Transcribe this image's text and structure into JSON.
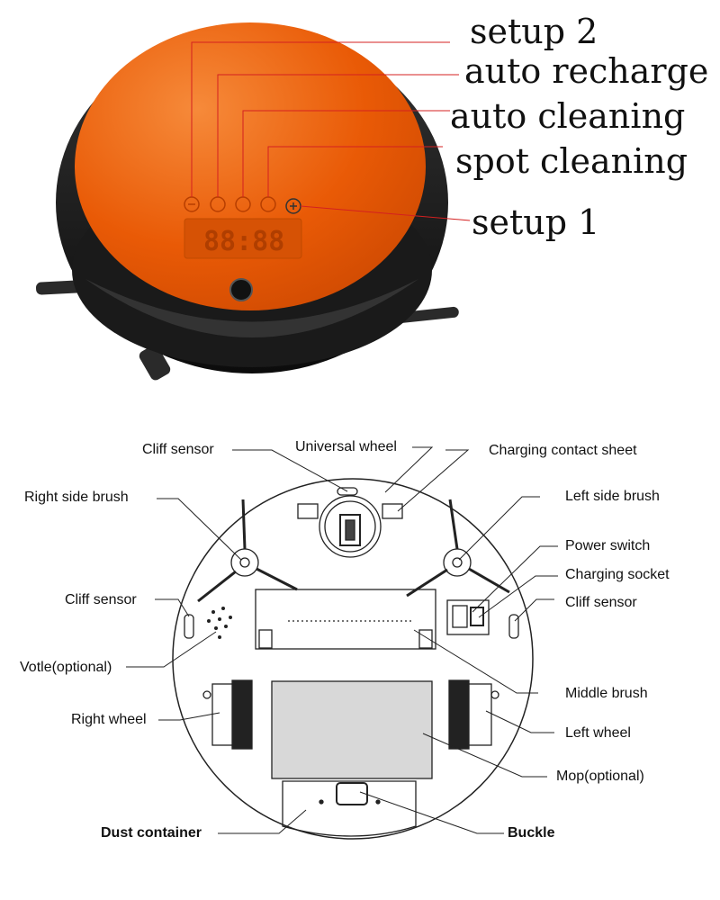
{
  "top_section": {
    "labels": {
      "setup_2": "setup 2",
      "auto_recharge": "auto recharge",
      "auto_cleaning": "auto cleaning",
      "spot_cleaning": "spot cleaning",
      "setup_1": "setup 1"
    },
    "display": {
      "digits": "88:88",
      "button_icons": [
        "minus",
        "recharge",
        "auto",
        "spot",
        "plus"
      ]
    },
    "colors": {
      "body": "#e95a06",
      "rim": "#1b1b1b",
      "callout_line": "#d42020"
    }
  },
  "bottom_section": {
    "labels": {
      "cliff_sensor_top": "Cliff sensor",
      "universal_wheel": "Universal wheel",
      "charging_contact_sheet": "Charging contact sheet",
      "right_side_brush": "Right side brush",
      "left_side_brush": "Left side brush",
      "power_switch": "Power switch",
      "charging_socket": "Charging socket",
      "cliff_sensor_left": "Cliff sensor",
      "cliff_sensor_right": "Cliff sensor",
      "votle_optional": "Votle(optional)",
      "middle_brush": "Middle brush",
      "right_wheel": "Right wheel",
      "left_wheel": "Left wheel",
      "mop_optional": "Mop(optional)",
      "dust_container": "Dust container",
      "buckle": "Buckle"
    }
  }
}
